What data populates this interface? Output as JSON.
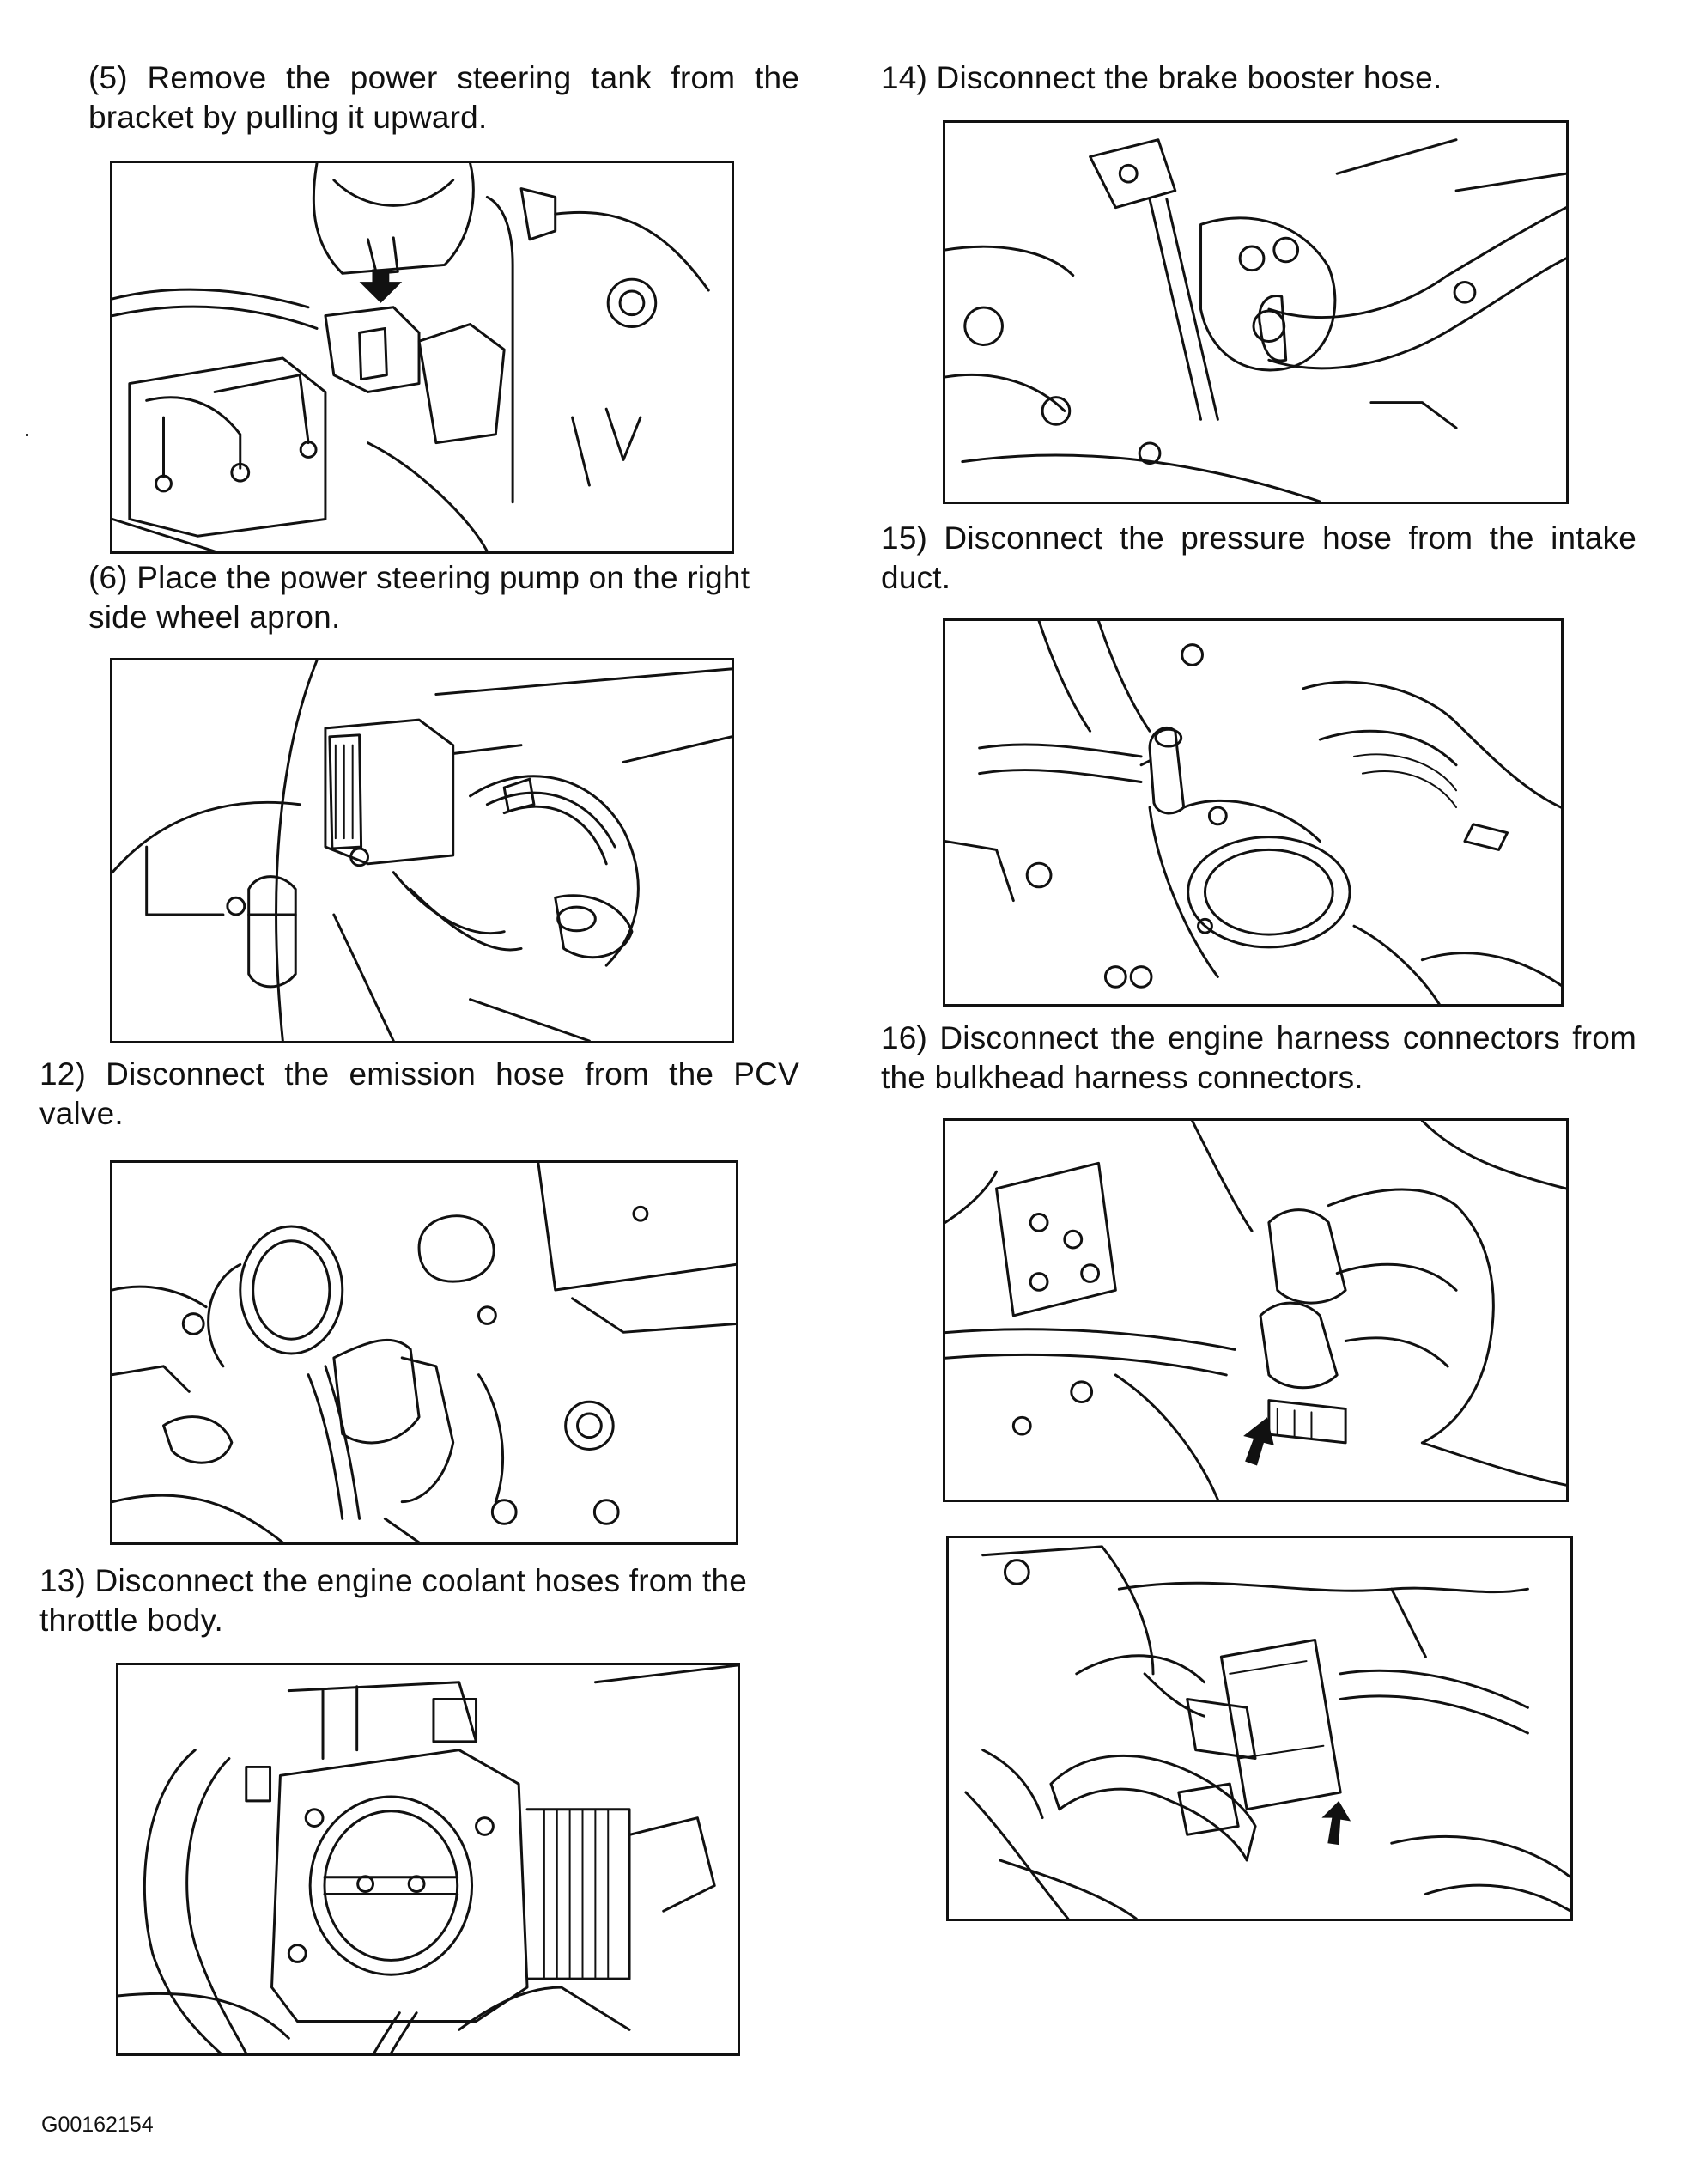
{
  "steps": {
    "s5": "(5)  Remove the power steering tank from the bracket by pulling it upward.",
    "s6": "(6)  Place the power steering pump on the right side wheel apron.",
    "s12": "12) Disconnect the emission hose from the PCV valve.",
    "s13": "13) Disconnect the engine coolant hoses from the throttle body.",
    "s14": "14) Disconnect the brake booster hose.",
    "s15": "15) Disconnect the pressure hose from the intake duct.",
    "s16": "16)  Disconnect the engine harness connectors from the bulkhead harness connectors."
  },
  "figure_code": "G00162154"
}
